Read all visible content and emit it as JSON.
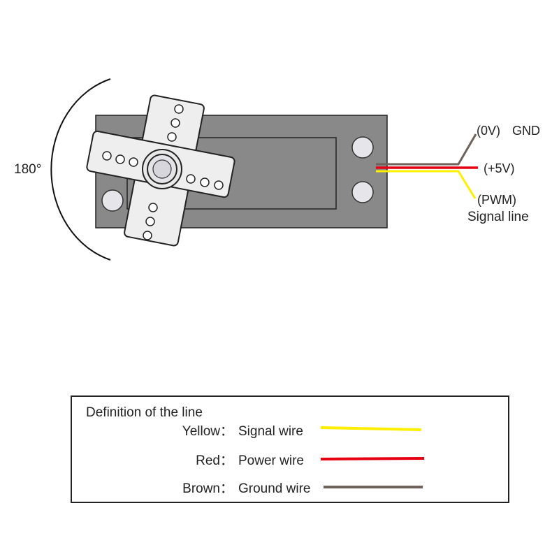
{
  "angle_label": "180°",
  "wire_labels": {
    "gnd_paren": "(0V)",
    "gnd": "GND",
    "power": "(+5V)",
    "pwm": "(PWM)",
    "signal_line": "Signal line"
  },
  "legend": {
    "title": "Definition of the line",
    "rows": [
      {
        "color_name": "Yellow：",
        "meaning": "Signal wire",
        "color": "#ffee00"
      },
      {
        "color_name": "Red：",
        "meaning": "Power wire",
        "color": "#e60012"
      },
      {
        "color_name": "Brown：",
        "meaning": "Ground wire",
        "color": "#6e625b"
      }
    ]
  },
  "colors": {
    "servo_body": "#898989",
    "horn": "#eeeeee",
    "wire_yellow": "#ffee00",
    "wire_red": "#e60012",
    "wire_brown": "#6e625b"
  }
}
